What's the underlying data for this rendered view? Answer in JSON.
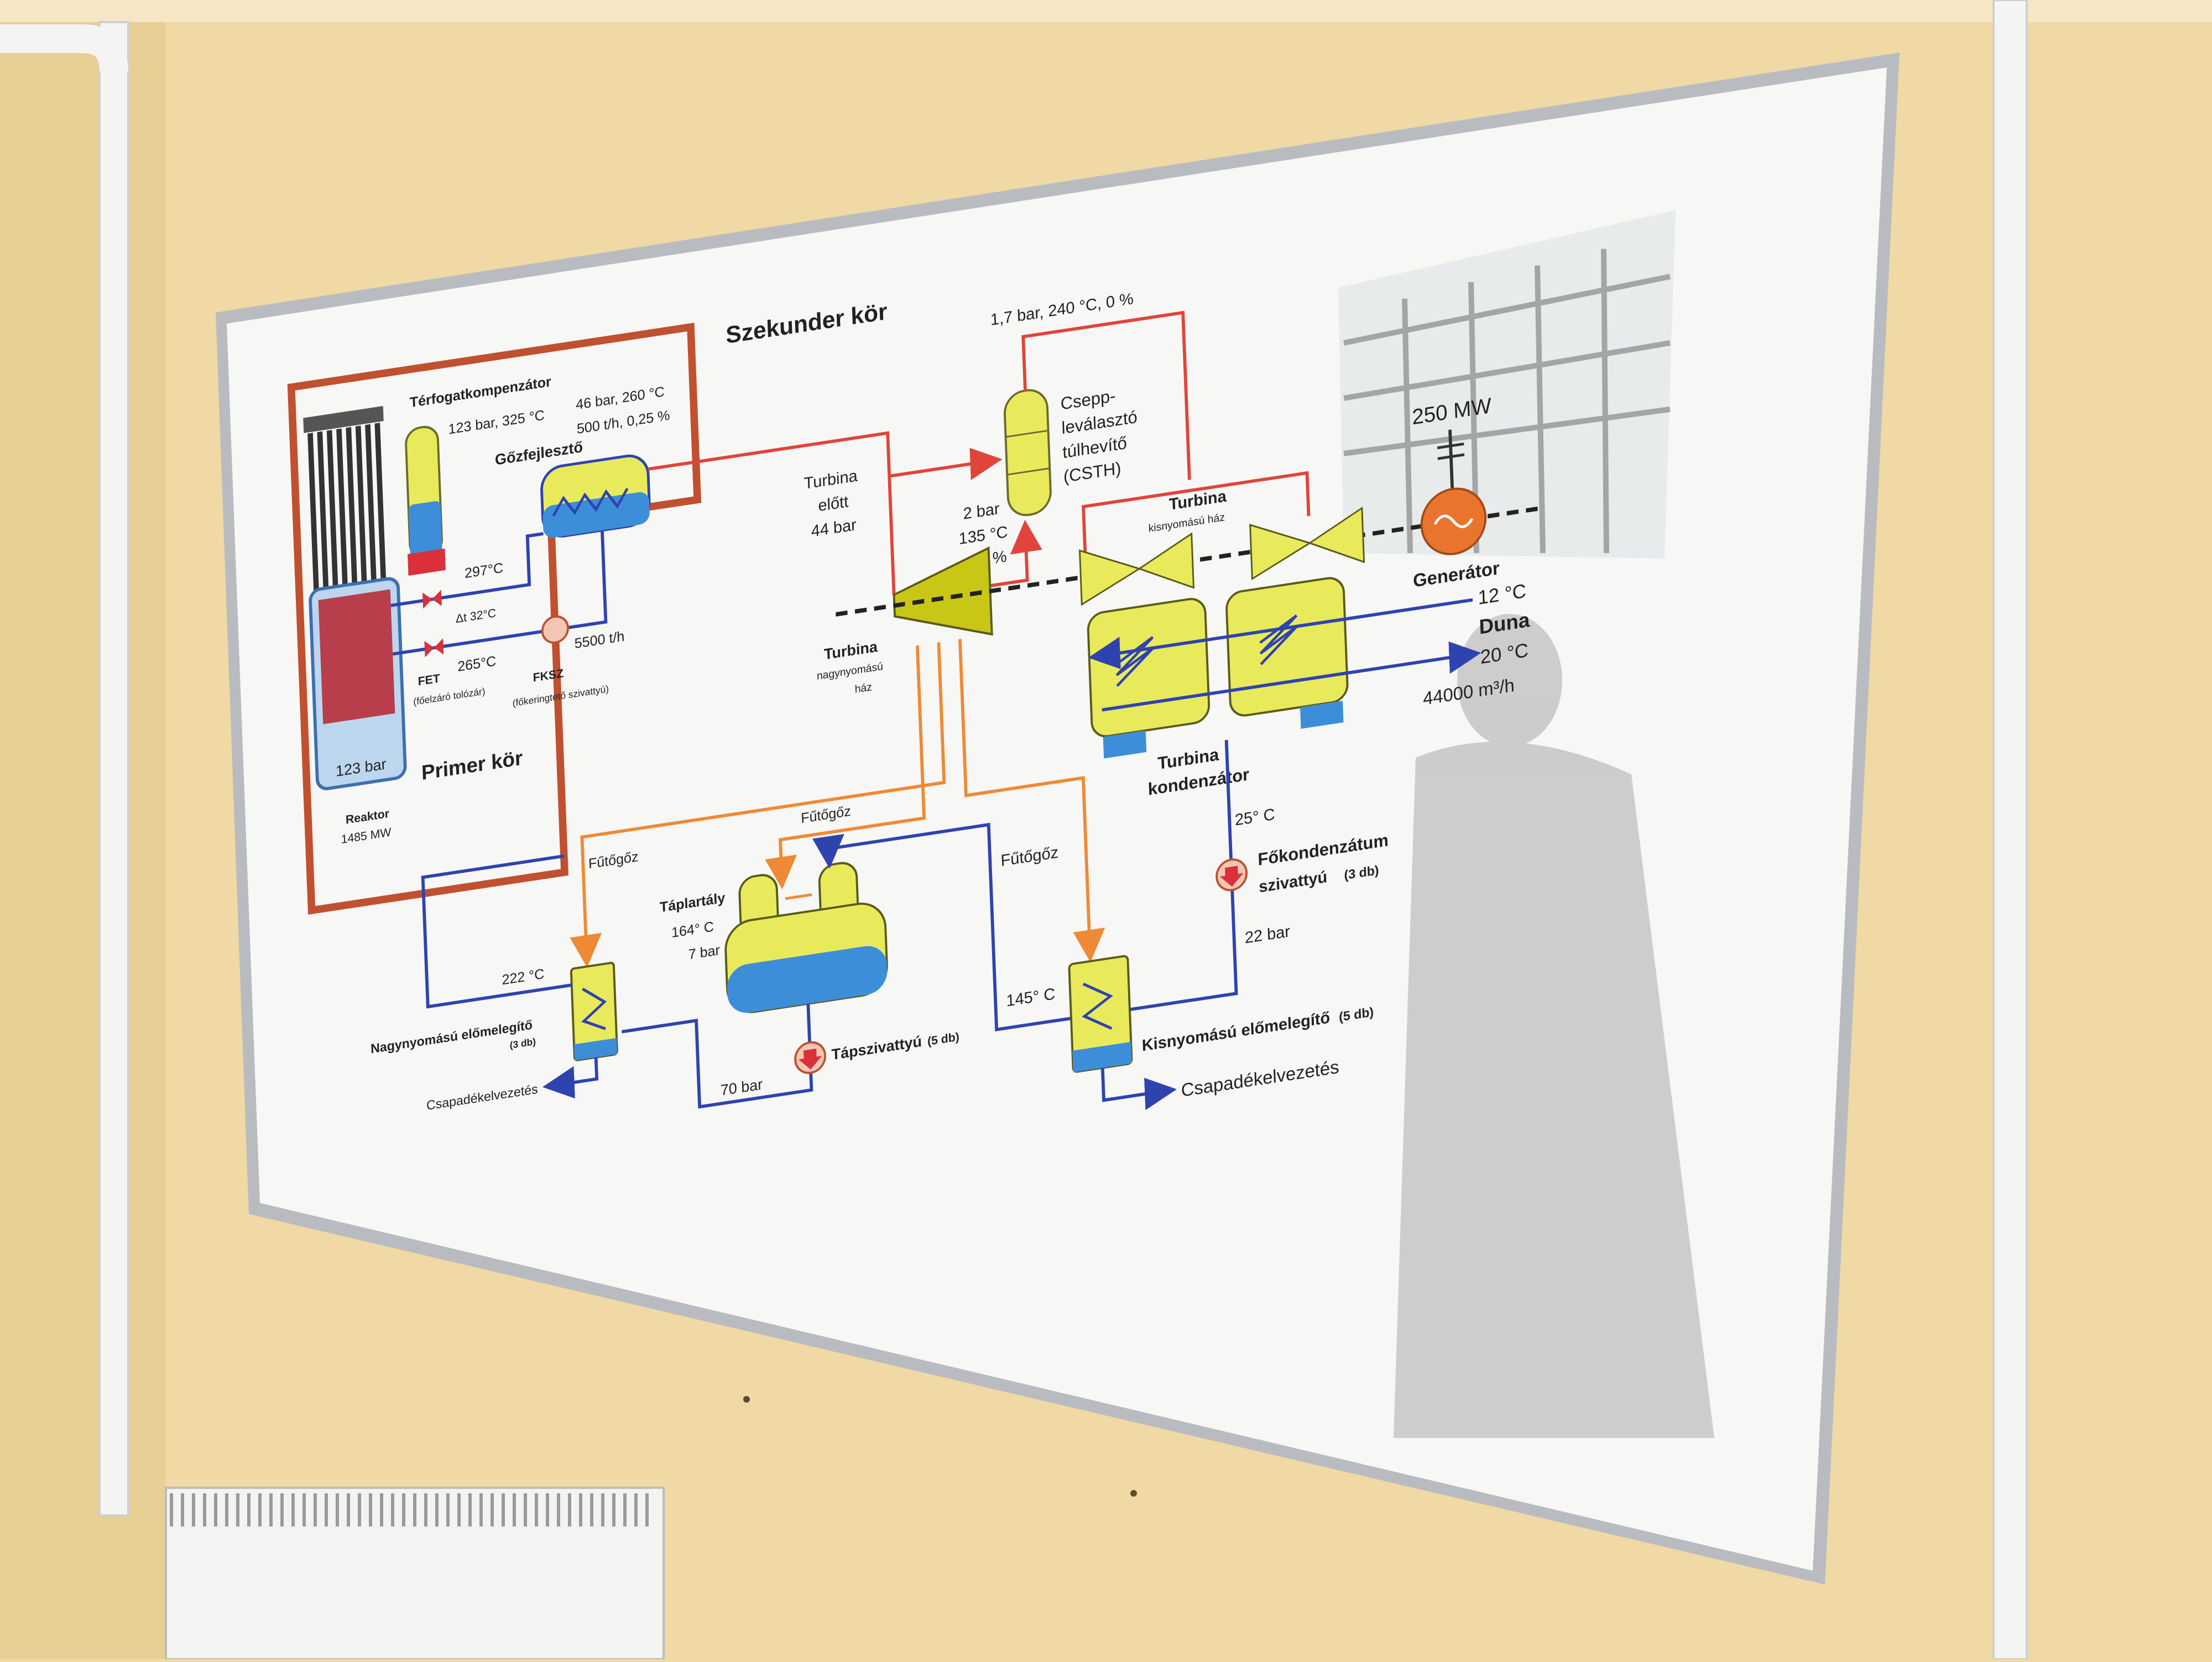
{
  "diagram": {
    "secondary_loop_title": "Szekunder kör",
    "primary_loop_title": "Primer kör",
    "pressurizer": {
      "name": "Térfogatkompenzátor",
      "params": "123 bar, 325 °C"
    },
    "steam_generator": {
      "name": "Gőzfejlesztő",
      "pressure_temp": "46 bar, 260 °C",
      "flow": "500 t/h, 0,25 %"
    },
    "reactor": {
      "pressure": "123 bar",
      "name": "Reaktor",
      "power": "1485 MW"
    },
    "primary": {
      "hot_leg_temp": "297°C",
      "delta_t": "Δt 32°C",
      "cold_leg_temp": "265°C",
      "flow": "5500 t/h",
      "fet_label": "FET",
      "fet_desc": "(főelzáró tolózár)",
      "fksz_label": "FKSZ",
      "fksz_desc": "(főkeringtető szivattyú)"
    },
    "turbine_inlet": {
      "line1": "Turbina",
      "line2": "előtt",
      "line3": "44 bar"
    },
    "moisture_separator": {
      "params_top": "1,7 bar, 240 °C, 0 %",
      "name1": "Csepp-",
      "name2": "leválasztó",
      "name3": "túlhevítő",
      "name4": "(CSTH)",
      "in_p": "2 bar",
      "in_t": "135 °C",
      "in_m": "12 %"
    },
    "hp_turbine": {
      "name": "Turbina",
      "sub1": "nagynyomású",
      "sub2": "ház"
    },
    "lp_turbine": {
      "name": "Turbina",
      "sub": "kisnyomású ház"
    },
    "generator": {
      "power": "250 MW",
      "name": "Generátor"
    },
    "condenser": {
      "name1": "Turbina",
      "name2": "kondenzátor",
      "temp": "25° C"
    },
    "river": {
      "in_temp": "12 °C",
      "name": "Duna",
      "out_temp": "20 °C",
      "flow": "44000 m³/h"
    },
    "main_condensate_pump": {
      "name1": "Főkondenzátum",
      "name2": "szivattyú",
      "count": "(3 db)",
      "pressure": "22 bar"
    },
    "feedwater_tank": {
      "name": "Táplartály",
      "temp": "164° C",
      "pressure": "7 bar"
    },
    "heating_steam_labels": [
      "Fűtőgőz",
      "Fűtőgőz",
      "Fűtőgőz"
    ],
    "hp_preheater": {
      "temp": "222 °C",
      "name": "Nagynyomású előmelegítő",
      "count": "(3 db)",
      "drain": "Csapadékelvezetés"
    },
    "feed_pump": {
      "name": "Tápszivattyú",
      "count": "(5 db)",
      "pressure": "70 bar"
    },
    "lp_preheater": {
      "temp": "145° C",
      "name": "Kisnyomású előmelegítő",
      "count": "(5 db)",
      "drain": "Csapadékelvezetés"
    }
  },
  "colors": {
    "wall": "#f0d9a4",
    "poster": "#f7f7f5",
    "frame": "#b8bcc0",
    "steam_red": "#e0453b",
    "water_blue": "#2f43b0",
    "heating_orange": "#ee8a35",
    "equipment_yellow": "#e8ea5c",
    "liquid_blue": "#3d8ed8",
    "primary_border": "#c0502f",
    "generator_orange": "#e9742e"
  }
}
